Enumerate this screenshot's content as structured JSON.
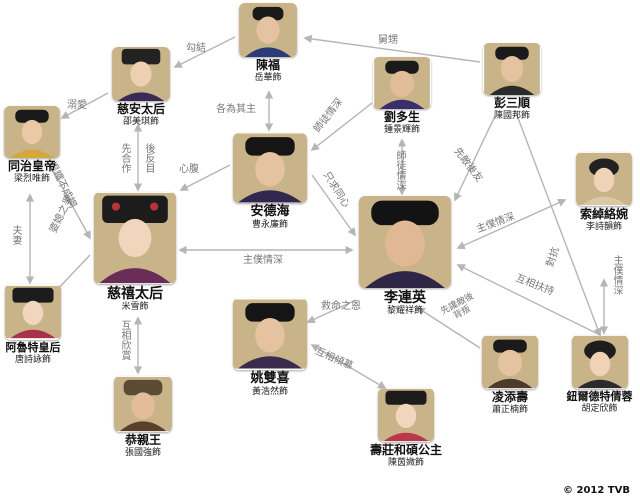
{
  "nodes": {
    "chenfu": {
      "name": "陳福",
      "actor": "岳華飾"
    },
    "cian": {
      "name": "慈安太后",
      "actor": "邵美琪飾"
    },
    "pengsanshun": {
      "name": "彭三順",
      "actor": "陳國邦飾"
    },
    "liuduosheng": {
      "name": "劉多生",
      "actor": "鍾景輝飾"
    },
    "tongzhi": {
      "name": "同治皇帝",
      "actor": "梁烈唯飾"
    },
    "andehai": {
      "name": "安德海",
      "actor": "曹永廉飾"
    },
    "suochuowan": {
      "name": "索綽絡婉",
      "actor": "李詩韻飾"
    },
    "cixi": {
      "name": "慈禧太后",
      "actor": "米雪飾"
    },
    "lilianying": {
      "name": "李連英",
      "actor": "黎耀祥飾"
    },
    "alute": {
      "name": "阿魯特皇后",
      "actor": "唐詩詠飾"
    },
    "yaoshuangxi": {
      "name": "姚雙喜",
      "actor": "黃浩然飾"
    },
    "lingtianshou": {
      "name": "凌添壽",
      "actor": "蕭正楠飾"
    },
    "niulu": {
      "name": "鈕爾德特倩蓉",
      "actor": "胡定欣飾"
    },
    "gongqinwang": {
      "name": "恭親王",
      "actor": "張國強飾"
    },
    "shouzhuang": {
      "name": "壽莊和碩公主",
      "actor": "陳茵媺飾"
    }
  },
  "relations": {
    "goujie": "勾結",
    "jiujiu": "舅甥",
    "niai": "溺愛",
    "geweiqizhu": "各為其主",
    "shituqingshen_a": "師徒情深",
    "xianhezuo": "先合作",
    "houfanmu": "後反目",
    "xinfu": "心腹",
    "xianfanhouzhu": "先敵後友",
    "fuqi": "夫妻",
    "henhuibucheng": "恨鐵不成鋼",
    "pomaoyou": "婆媳之爭",
    "zhiwotongxin": "只求同心",
    "shituqingshen_b": "師徒情深",
    "zhupuqingshen_a": "主僕情深",
    "duikang": "對抗",
    "zhupuqingshen_b": "主僕情深",
    "huxiangfuchi": "互相扶持",
    "zhupuqingshen_c": "主僕情深",
    "jiumingzhien": "救命之恩",
    "xianyouhoudi": "先讒敵後背叛",
    "huxiangxinshang": "互相欣賞",
    "huxiangqingmu": "互相傾慕"
  },
  "copyright": "© 2012 TVB",
  "colors": {
    "arrow": "#b5b5b5",
    "label": "#777777",
    "photo_bg": "#c9b48a"
  }
}
